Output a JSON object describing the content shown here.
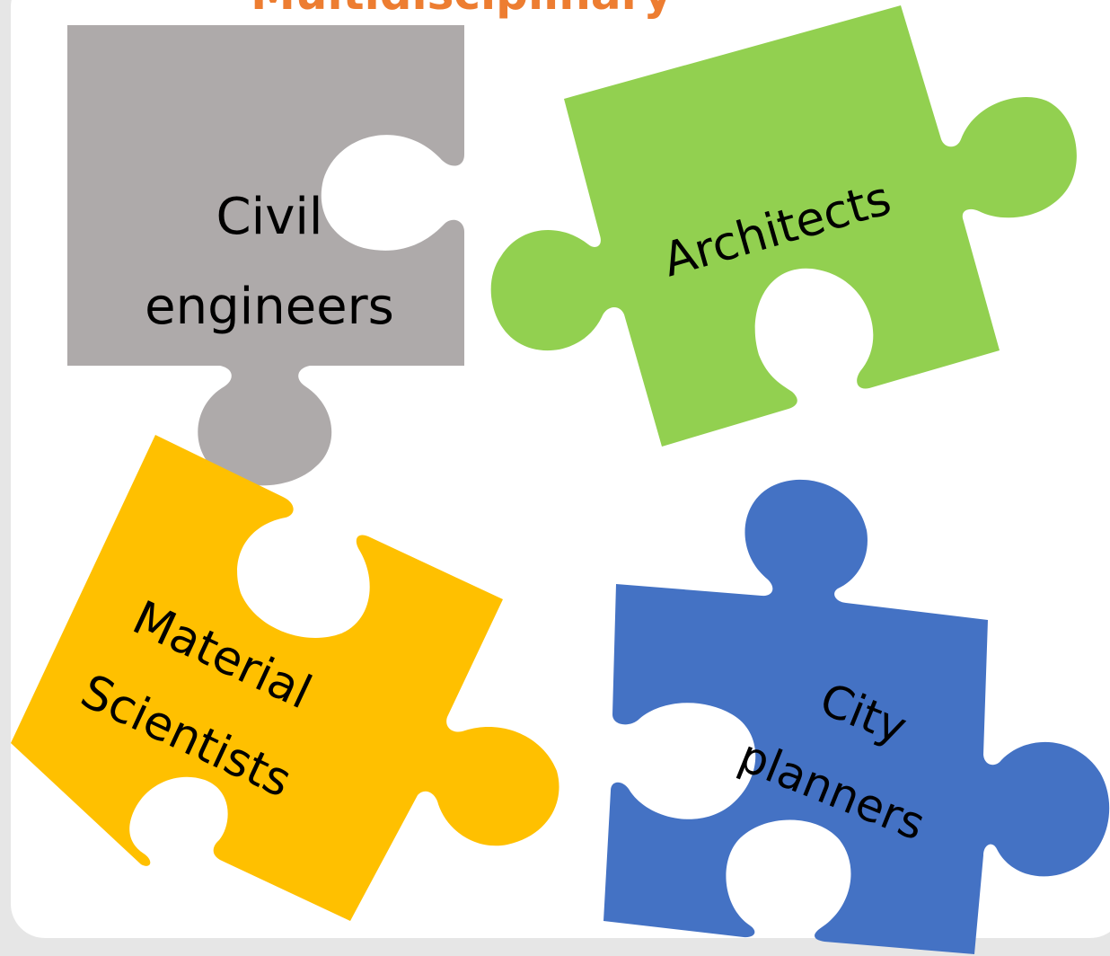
{
  "title": "Multidisciplinary",
  "colors": {
    "title": "#ED7D31",
    "grey": "#AEAAAA",
    "green": "#92D050",
    "yellow": "#FFC000",
    "blue": "#4472C4",
    "background": "#E6E6E6",
    "card": "#FFFFFF"
  },
  "pieces": [
    {
      "id": "civil",
      "lines": [
        "Civil",
        "engineers"
      ]
    },
    {
      "id": "architects",
      "lines": [
        "Architects"
      ]
    },
    {
      "id": "material",
      "lines": [
        "Material",
        "Scientists"
      ]
    },
    {
      "id": "city",
      "lines": [
        "City",
        "planners"
      ]
    }
  ]
}
